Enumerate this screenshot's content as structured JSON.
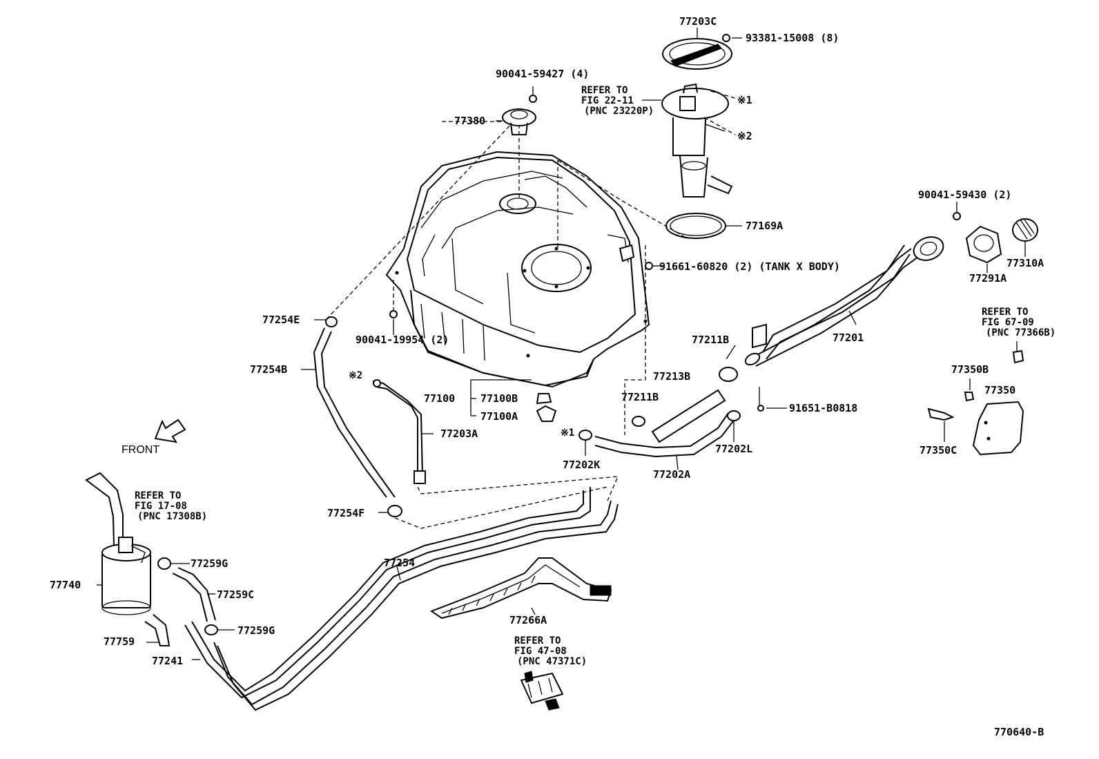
{
  "diagram_id": "770640-B",
  "front_label": "FRONT",
  "part_labels": [
    {
      "id": "77203C",
      "text": "77203C"
    },
    {
      "id": "93381-15008",
      "text": "93381-15008 (8)"
    },
    {
      "id": "90041-59427",
      "text": "90041-59427 (4)"
    },
    {
      "id": "77380",
      "text": "77380"
    },
    {
      "id": "star1-top",
      "text": "※1"
    },
    {
      "id": "star2-top",
      "text": "※2"
    },
    {
      "id": "77169A",
      "text": "77169A"
    },
    {
      "id": "91661-60820",
      "text": "91661-60820 (2) (TANK X BODY)"
    },
    {
      "id": "90041-59430",
      "text": "90041-59430 (2)"
    },
    {
      "id": "77310A",
      "text": "77310A"
    },
    {
      "id": "77291A",
      "text": "77291A"
    },
    {
      "id": "77201",
      "text": "77201"
    },
    {
      "id": "77254E",
      "text": "77254E"
    },
    {
      "id": "90041-19954",
      "text": "90041-19954 (2)"
    },
    {
      "id": "77254B",
      "text": "77254B"
    },
    {
      "id": "star2-mid",
      "text": "※2"
    },
    {
      "id": "77211B-top",
      "text": "77211B"
    },
    {
      "id": "77213B",
      "text": "77213B"
    },
    {
      "id": "77211B-left",
      "text": "77211B"
    },
    {
      "id": "91651-B0818",
      "text": "91651-B0818"
    },
    {
      "id": "77350B",
      "text": "77350B"
    },
    {
      "id": "77350",
      "text": "77350"
    },
    {
      "id": "77350C",
      "text": "77350C"
    },
    {
      "id": "77100",
      "text": "77100"
    },
    {
      "id": "77100B",
      "text": "77100B"
    },
    {
      "id": "77100A",
      "text": "77100A"
    },
    {
      "id": "77203A",
      "text": "77203A"
    },
    {
      "id": "star1-mid",
      "text": "※1"
    },
    {
      "id": "77202K",
      "text": "77202K"
    },
    {
      "id": "77202L",
      "text": "77202L"
    },
    {
      "id": "77202A",
      "text": "77202A"
    },
    {
      "id": "77254F",
      "text": "77254F"
    },
    {
      "id": "77740",
      "text": "77740"
    },
    {
      "id": "77259G-top",
      "text": "77259G"
    },
    {
      "id": "77259C",
      "text": "77259C"
    },
    {
      "id": "77259G-bottom",
      "text": "77259G"
    },
    {
      "id": "77759",
      "text": "77759"
    },
    {
      "id": "77241",
      "text": "77241"
    },
    {
      "id": "77254",
      "text": "77254"
    },
    {
      "id": "77266A",
      "text": "77266A"
    }
  ],
  "refer_blocks": [
    {
      "id": "fig-22-11",
      "lines": [
        "REFER TO",
        "FIG 22-11",
        "(PNC 23220P)"
      ]
    },
    {
      "id": "fig-67-09",
      "lines": [
        "REFER TO",
        "FIG 67-09",
        "(PNC 77366B)"
      ]
    },
    {
      "id": "fig-17-08",
      "lines": [
        "REFER TO",
        "FIG 17-08",
        "(PNC 17308B)"
      ]
    },
    {
      "id": "fig-47-08",
      "lines": [
        "REFER TO",
        "FIG 47-08",
        "(PNC 47371C)"
      ]
    }
  ]
}
